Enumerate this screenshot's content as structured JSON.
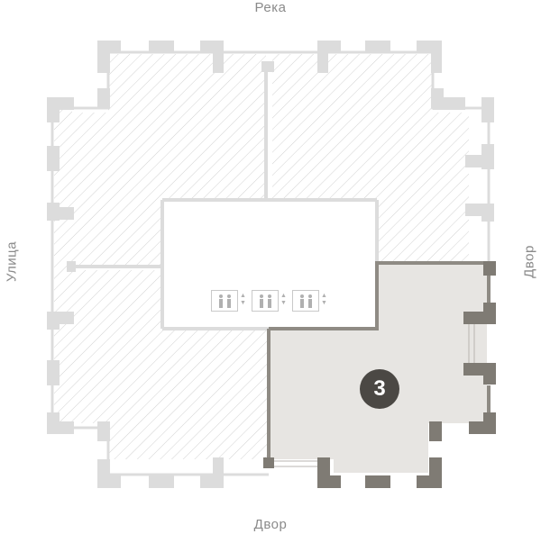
{
  "orientation": {
    "top": "Река",
    "bottom": "Двор",
    "left": "Улица",
    "right": "Двор"
  },
  "apartment": {
    "number": "3",
    "highlight_color": "#e7e5e2",
    "badge_color": "#4b4844"
  },
  "icons": {
    "elevators": [
      "elevator-icon",
      "elevator-icon",
      "elevator-icon"
    ]
  },
  "colors": {
    "wall": "#dcdcdc",
    "hatch": "#cfcfcf",
    "selected_wall": "#8f8b84",
    "selected_column": "#7f7b74"
  }
}
